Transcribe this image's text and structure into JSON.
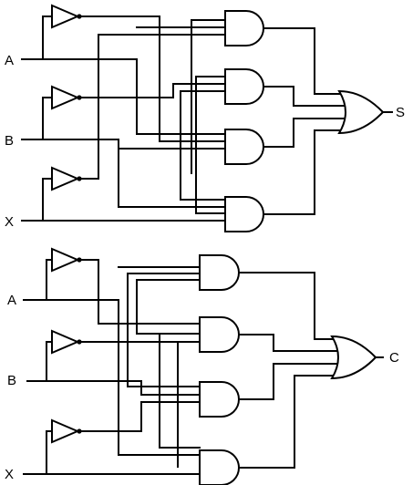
{
  "diagram": {
    "title": "",
    "sum_circuit": {
      "inputs": [
        "A",
        "B",
        "X"
      ],
      "output": "S",
      "inverters": 3,
      "and_gates": 4,
      "or_gates": 1
    },
    "carry_circuit": {
      "inputs": [
        "A",
        "B",
        "X"
      ],
      "output": "C",
      "inverters": 3,
      "and_gates": 4,
      "or_gates": 1
    }
  }
}
